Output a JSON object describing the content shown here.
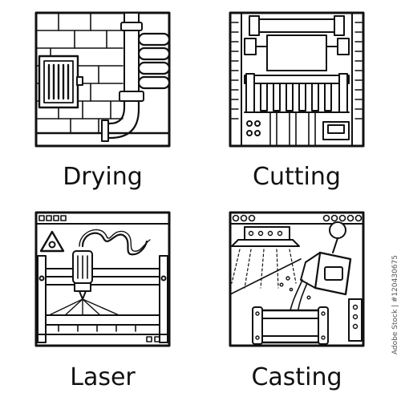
{
  "icons": [
    {
      "label": "Drying",
      "icon": "drying-icon"
    },
    {
      "label": "Cutting",
      "icon": "cutting-icon"
    },
    {
      "label": "Laser",
      "icon": "laser-icon"
    },
    {
      "label": "Casting",
      "icon": "casting-icon"
    }
  ],
  "watermark": "Adobe Stock | #120430675",
  "colors": {
    "stroke": "#111111",
    "background": "#ffffff"
  }
}
